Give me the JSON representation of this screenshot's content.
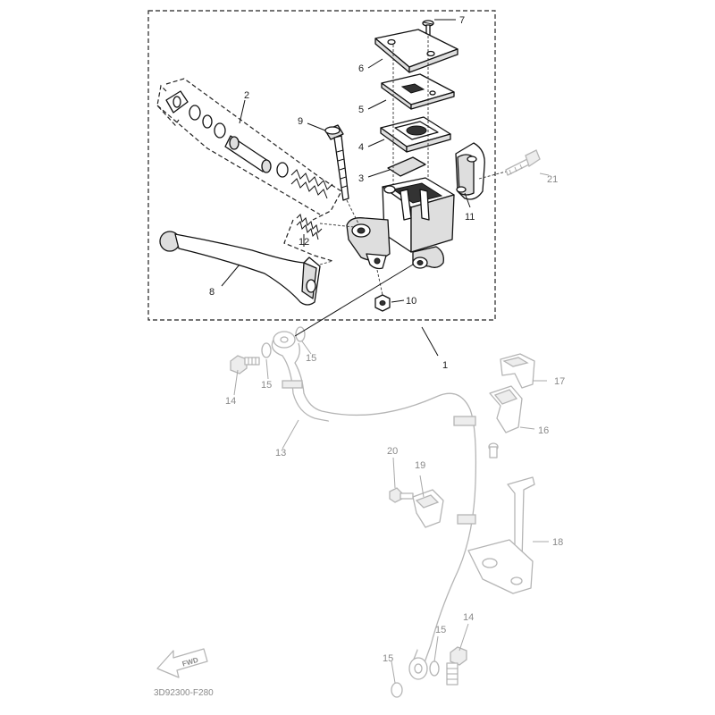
{
  "diagram": {
    "drawing_code": "3D92300-F280",
    "fwd_label": "FWD",
    "callouts": [
      {
        "id": "1",
        "label": "1"
      },
      {
        "id": "2",
        "label": "2"
      },
      {
        "id": "3",
        "label": "3"
      },
      {
        "id": "4",
        "label": "4"
      },
      {
        "id": "5",
        "label": "5"
      },
      {
        "id": "6",
        "label": "6"
      },
      {
        "id": "7",
        "label": "7"
      },
      {
        "id": "8",
        "label": "8"
      },
      {
        "id": "9",
        "label": "9"
      },
      {
        "id": "10",
        "label": "10"
      },
      {
        "id": "11",
        "label": "11"
      },
      {
        "id": "12",
        "label": "12"
      },
      {
        "id": "13",
        "label": "13"
      },
      {
        "id": "14",
        "label": "14"
      },
      {
        "id": "15",
        "label": "15"
      },
      {
        "id": "16",
        "label": "16"
      },
      {
        "id": "17",
        "label": "17"
      },
      {
        "id": "18",
        "label": "18"
      },
      {
        "id": "19",
        "label": "19"
      },
      {
        "id": "20",
        "label": "20"
      },
      {
        "id": "21",
        "label": "21"
      }
    ]
  }
}
